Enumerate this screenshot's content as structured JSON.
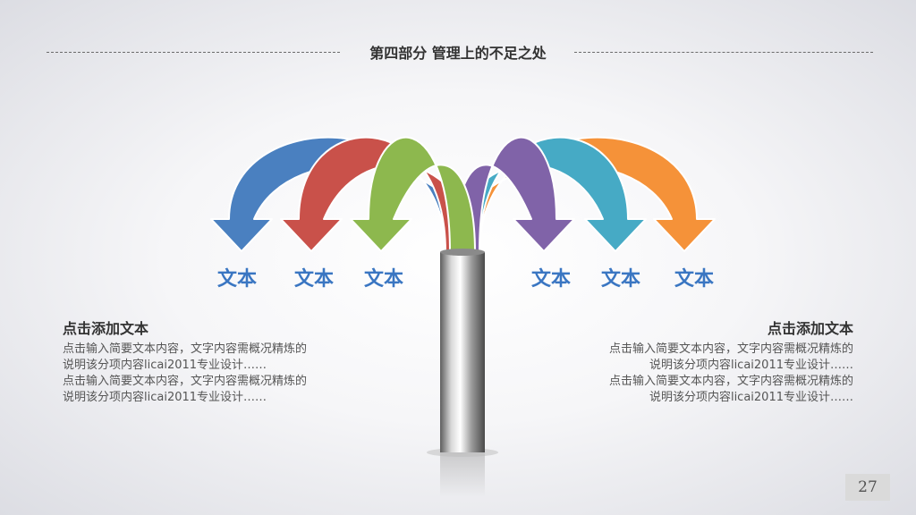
{
  "header": {
    "title": "第四部分  管理上的不足之处"
  },
  "arrows": [
    {
      "label": "文本",
      "color": "#4a80c0"
    },
    {
      "label": "文本",
      "color": "#c9514a"
    },
    {
      "label": "文本",
      "color": "#8db84e"
    },
    {
      "label": "文本",
      "color": "#8063a8"
    },
    {
      "label": "文本",
      "color": "#46aac5"
    },
    {
      "label": "文本",
      "color": "#f59239"
    }
  ],
  "left_block": {
    "title": "点击添加文本",
    "lines": [
      "点击输入简要文本内容，文字内容需概况精炼的",
      "说明该分项内容licai2011专业设计……",
      "点击输入简要文本内容，文字内容需概况精炼的",
      "说明该分项内容licai2011专业设计……"
    ]
  },
  "right_block": {
    "title": "点击添加文本",
    "lines": [
      "点击输入简要文本内容，文字内容需概况精炼的",
      "说明该分项内容licai2011专业设计……",
      "点击输入简要文本内容，文字内容需概况精炼的",
      "说明该分项内容licai2011专业设计……"
    ]
  },
  "page_number": "27"
}
